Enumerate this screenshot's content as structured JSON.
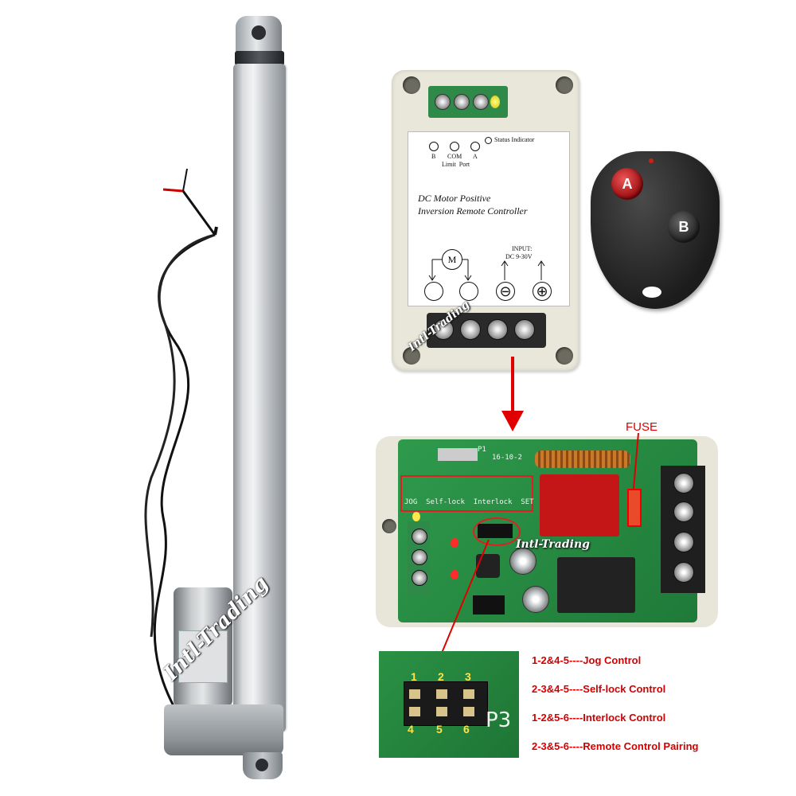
{
  "watermark": "Intl-Trading",
  "controller": {
    "status_label": "Status Indicator",
    "port_letters": [
      "B",
      "COM",
      "A"
    ],
    "port_caption": "Limit  Port",
    "title_line1": "DC Motor Positive",
    "title_line2": "Inversion Remote Controller",
    "input_label": "INPUT:",
    "input_range": "DC 9-30V",
    "motor_symbol": "M",
    "minus_symbol": "⊖",
    "plus_symbol": "⊕"
  },
  "remote": {
    "button_a": "A",
    "button_b": "B"
  },
  "board": {
    "fuse_label": "FUSE",
    "silk_pins": "JOG  Self-lock  Interlock  SET",
    "silk_date": "16-10-2",
    "silk_p1": "P1"
  },
  "zoom": {
    "pin_top": [
      "1",
      "2",
      "3"
    ],
    "pin_bottom": [
      "4",
      "5",
      "6"
    ],
    "header_label": "P3"
  },
  "legend": [
    "1-2&4-5----Jog Control",
    "2-3&4-5----Self-lock Control",
    "1-2&5-6----Interlock Control",
    "2-3&5-6----Remote Control Pairing"
  ],
  "colors": {
    "annotation_red": "#e00000",
    "pcb_green": "#2e9a4c",
    "remote_button_red": "#b3141a"
  }
}
